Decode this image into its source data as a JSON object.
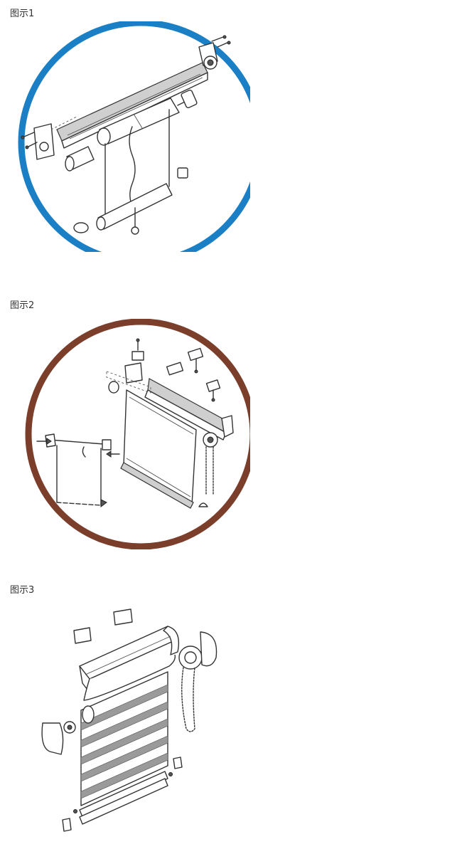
{
  "sections": [
    {
      "label": "图示1",
      "ring_color": "#1a7fc4"
    },
    {
      "label": "图示2",
      "ring_color": "#7a3e2a"
    },
    {
      "label": "图示3"
    }
  ]
}
